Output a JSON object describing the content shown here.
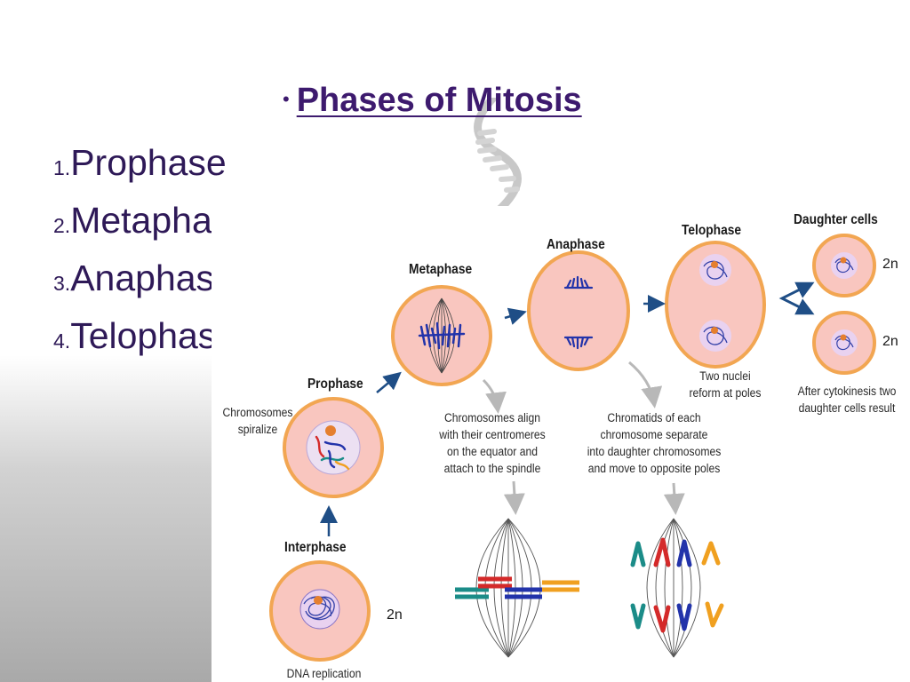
{
  "slide": {
    "bullet": "•",
    "title": "Phases of Mitosis",
    "phases": [
      {
        "number": "1.",
        "name": "Prophase"
      },
      {
        "number": "2.",
        "name": "Metaphase"
      },
      {
        "number": "3.",
        "name": "Anaphase"
      },
      {
        "number": "4.",
        "name": "Telophase"
      }
    ]
  },
  "diagram": {
    "stages": {
      "interphase": "Interphase",
      "prophase": "Prophase",
      "metaphase": "Metaphase",
      "anaphase": "Anaphase",
      "telophase": "Telophase",
      "daughter_cells": "Daughter cells"
    },
    "ploidy": {
      "interphase": "2n",
      "daughter_top": "2n",
      "daughter_bottom": "2n"
    },
    "notes": {
      "dna_replication": "DNA replication",
      "chromosomes_spiralize": [
        "Chromosomes",
        "spiralize"
      ],
      "metaphase": [
        "Chromosomes align",
        "with their centromeres",
        "on the equator and",
        "attach to the spindle"
      ],
      "anaphase": [
        "Chromatids of each",
        "chromosome separate",
        "into daughter chromosomes",
        "and move to opposite poles"
      ],
      "telophase": [
        "Two nuclei",
        "reform at poles"
      ],
      "cytokinesis": [
        "After cytokinesis two",
        "daughter cells result"
      ]
    },
    "colors": {
      "cell_fill": "#f9c6bf",
      "cell_border": "#f2a652",
      "arrow": "#1f4e86",
      "gray_arrow": "#b8b8b8",
      "chromosome_blue": "#2233aa",
      "chromosome_red": "#d42a2a",
      "chromosome_teal": "#1b8c88",
      "chromosome_orange": "#f0a020"
    }
  }
}
